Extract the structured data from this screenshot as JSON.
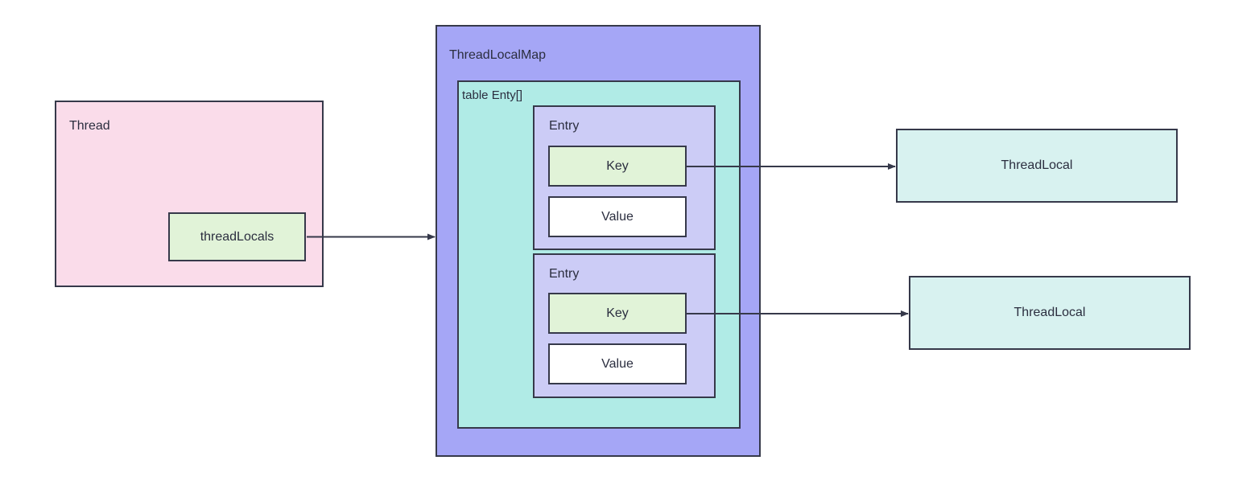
{
  "diagram": {
    "title_visible": false,
    "background": "#ffffff",
    "stroke_color": "#36394a",
    "nodes": {
      "thread": {
        "label": "Thread",
        "fill": "#fadcea"
      },
      "thread_locals": {
        "label": "threadLocals",
        "fill": "#e1f3d8"
      },
      "thread_local_map": {
        "label": "ThreadLocalMap",
        "fill": "#a5a6f6"
      },
      "table": {
        "label": "table Enty[]",
        "fill": "#b0ebe6"
      },
      "entries": [
        {
          "label": "Entry",
          "fill": "#ccccf6",
          "key": {
            "label": "Key",
            "fill": "#e1f3d8"
          },
          "value": {
            "label": "Value",
            "fill": "#ffffff"
          }
        },
        {
          "label": "Entry",
          "fill": "#ccccf6",
          "key": {
            "label": "Key",
            "fill": "#e1f3d8"
          },
          "value": {
            "label": "Value",
            "fill": "#ffffff"
          }
        }
      ],
      "thread_locals_targets": [
        {
          "label": "ThreadLocal",
          "fill": "#d8f2f0"
        },
        {
          "label": "ThreadLocal",
          "fill": "#d8f2f0"
        }
      ]
    },
    "edges": [
      {
        "from": "threadLocals",
        "to": "ThreadLocalMap",
        "style": "solid-arrow"
      },
      {
        "from": "Entry1.Key",
        "to": "ThreadLocal1",
        "style": "solid-arrow"
      },
      {
        "from": "Entry2.Key",
        "to": "ThreadLocal2",
        "style": "solid-arrow"
      }
    ]
  }
}
